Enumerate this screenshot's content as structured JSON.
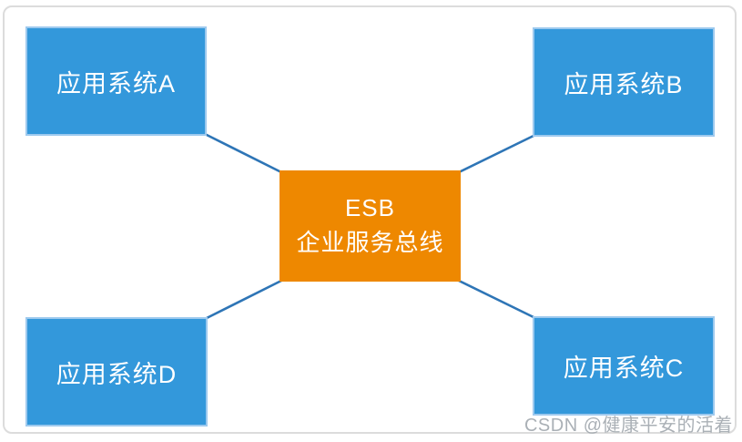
{
  "diagram": {
    "title_hint": "ESB enterprise service bus hub-and-spoke diagram",
    "center_node": {
      "id": "esb",
      "line1": "ESB",
      "line2": "企业服务总线"
    },
    "nodes": [
      {
        "id": "app-a",
        "label": "应用系统A",
        "position": "top-left"
      },
      {
        "id": "app-b",
        "label": "应用系统B",
        "position": "top-right"
      },
      {
        "id": "app-d",
        "label": "应用系统D",
        "position": "bottom-left"
      },
      {
        "id": "app-c",
        "label": "应用系统C",
        "position": "bottom-right"
      }
    ],
    "connections": [
      {
        "from": "app-a",
        "to": "esb"
      },
      {
        "from": "app-b",
        "to": "esb"
      },
      {
        "from": "app-d",
        "to": "esb"
      },
      {
        "from": "app-c",
        "to": "esb"
      }
    ]
  },
  "watermark": {
    "text": "CSDN @健康平安的活着"
  },
  "colors": {
    "node-blue": "#3398db",
    "node-blue-border": "#9dc9ee",
    "node-orange": "#ee8800",
    "connector": "#2e75b6",
    "frame-border": "#dcdcdc",
    "watermark": "#9fa6ac"
  }
}
